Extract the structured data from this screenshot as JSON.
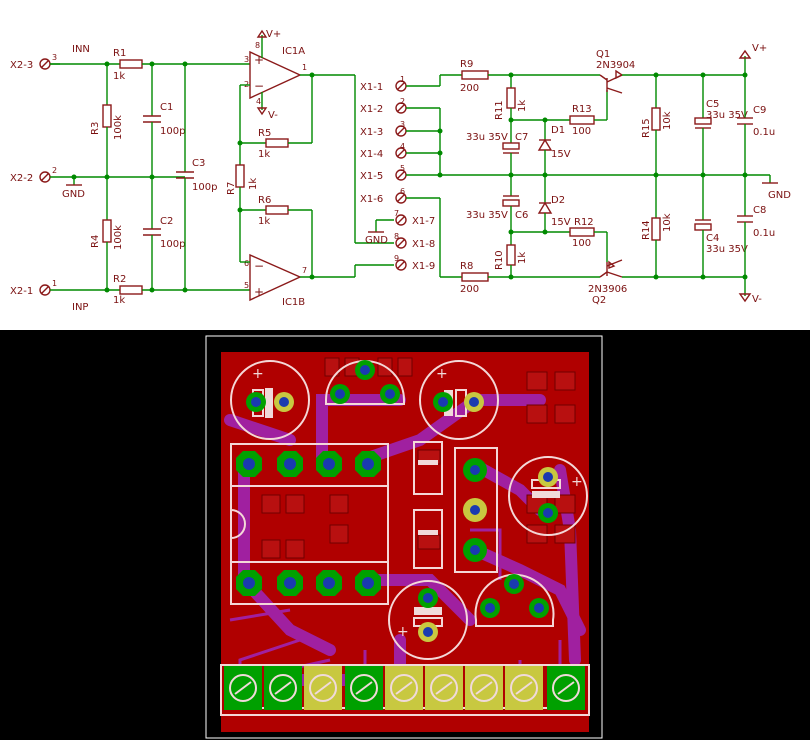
{
  "schematic": {
    "power_labels": [
      "V+",
      "V-",
      "V+",
      "V-"
    ],
    "gnd_labels": [
      "GND",
      "GND",
      "GND"
    ],
    "net_labels": [
      "INN",
      "INP"
    ],
    "input_connectors": [
      "X2-3",
      "X2-2",
      "X2-1"
    ],
    "pin_numbers": [
      "3",
      "2",
      "1"
    ],
    "output_connectors": [
      "X1-1",
      "X1-2",
      "X1-3",
      "X1-4",
      "X1-5",
      "X1-6",
      "X1-7",
      "X1-8",
      "X1-9"
    ],
    "output_pin_numbers": [
      "1",
      "2",
      "3",
      "4",
      "5",
      "6",
      "7",
      "8",
      "9"
    ],
    "opamps": [
      {
        "name": "IC1A",
        "pins": [
          "8",
          "3",
          "2",
          "4",
          "1"
        ]
      },
      {
        "name": "IC1B",
        "pins": [
          "6",
          "5",
          "7"
        ]
      }
    ],
    "resistors": [
      {
        "name": "R1",
        "value": "1k"
      },
      {
        "name": "R2",
        "value": "1k"
      },
      {
        "name": "R3",
        "value": "100k"
      },
      {
        "name": "R4",
        "value": "100k"
      },
      {
        "name": "R5",
        "value": "1k"
      },
      {
        "name": "R6",
        "value": "1k"
      },
      {
        "name": "R7",
        "value": "1k"
      },
      {
        "name": "R8",
        "value": "200"
      },
      {
        "name": "R9",
        "value": "200"
      },
      {
        "name": "R10",
        "value": "1k"
      },
      {
        "name": "R11",
        "value": "1k"
      },
      {
        "name": "R12",
        "value": "100"
      },
      {
        "name": "R13",
        "value": "100"
      },
      {
        "name": "R14",
        "value": "10k"
      },
      {
        "name": "R15",
        "value": "10k"
      }
    ],
    "capacitors": [
      {
        "name": "C1",
        "value": "100p"
      },
      {
        "name": "C2",
        "value": "100p"
      },
      {
        "name": "C3",
        "value": "100p"
      },
      {
        "name": "C4",
        "value": "33u 35V"
      },
      {
        "name": "C5",
        "value": "33u 35V"
      },
      {
        "name": "C6",
        "value": "33u 35V"
      },
      {
        "name": "C7",
        "value": "33u 35V"
      },
      {
        "name": "C8",
        "value": "0.1u"
      },
      {
        "name": "C9",
        "value": "0.1u"
      }
    ],
    "diodes": [
      {
        "name": "D1",
        "value": "15V"
      },
      {
        "name": "D2",
        "value": "15V"
      }
    ],
    "transistors": [
      {
        "name": "Q1",
        "value": "2N3904"
      },
      {
        "name": "Q2",
        "value": "2N3906"
      }
    ]
  },
  "pcb": {
    "board_color": "#b00000",
    "copper_bottom_color": "#a000a0",
    "pad_color": "#00a000",
    "silk_color": "#f0dada",
    "plus_marks": [
      "+",
      "+",
      "+",
      "+"
    ]
  }
}
